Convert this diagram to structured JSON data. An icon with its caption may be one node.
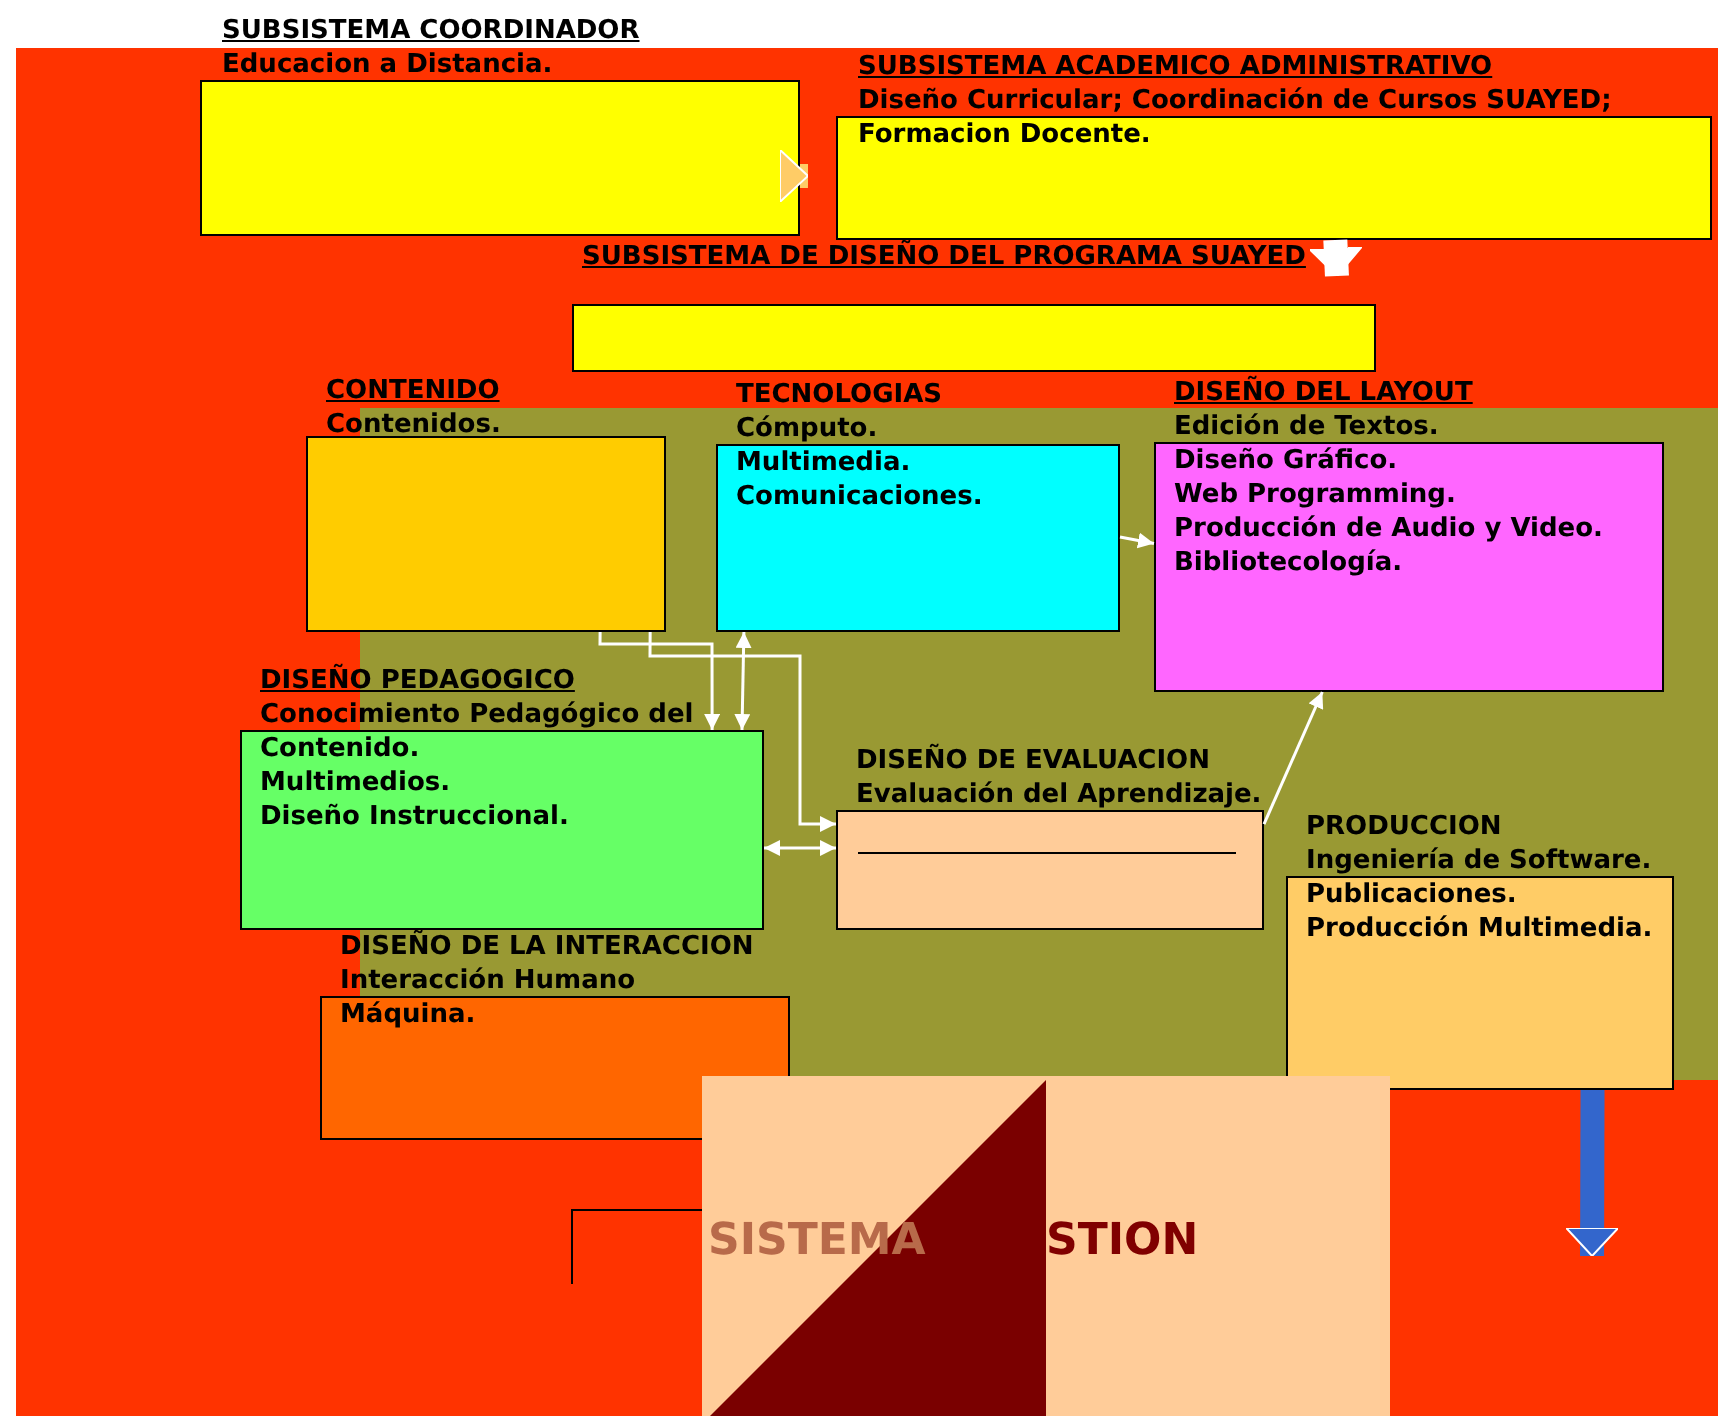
{
  "diagram": {
    "nodes": [
      {
        "text": [
          "SUBSISTEMA COORDINADOR",
          "Educacion a Distancia."
        ]
      },
      {
        "text": [
          "SUBSISTEMA ACADEMICO ADMINISTRATIVO",
          "Diseño Curricular; Coordinación de Cursos SUAYED; Formacion Docente."
        ]
      },
      {
        "text": [
          "SUBSISTEMA DE DISEÑO DEL PROGRAMA SUAYED"
        ]
      },
      {
        "text": [
          "CONTENIDO",
          "Contenidos."
        ]
      },
      {
        "text": [
          "TECNOLOGIAS",
          "Cómputo.",
          "Multimedia.",
          "Comunicaciones."
        ]
      },
      {
        "text": [
          "DISEÑO DEL LAYOUT",
          "Edición de Textos.",
          "Diseño Gráfico.",
          "Web Programming.",
          "Producción de Audio y Video.",
          "Bibliotecología."
        ]
      },
      {
        "text": [
          "DISEÑO PEDAGOGICO",
          "Conocimiento Pedagógico del Contenido.",
          "Multimedios.",
          "Diseño Instruccional."
        ]
      },
      {
        "text": [
          "DISEÑO DE EVALUACION",
          "Evaluación del Aprendizaje."
        ]
      },
      {
        "text": [
          "PRODUCCION",
          "Ingeniería de Software.",
          "Publicaciones.",
          "Producción Multimedia."
        ]
      },
      {
        "text": [
          "DISEÑO DE LA INTERACCION",
          "Interacción Humano Máquina."
        ]
      },
      {
        "text": [
          "SISTEMA",
          "STION"
        ]
      }
    ],
    "edges": [
      {
        "from": 0,
        "to": 1,
        "arrow": "to",
        "style": "thick",
        "color": "#ffcc66"
      },
      {
        "from": 1,
        "to": 2,
        "arrow": "to",
        "style": "thick"
      },
      {
        "from": 3,
        "to": 6,
        "arrow": "to"
      },
      {
        "from": 3,
        "to": 7,
        "arrow": "to"
      },
      {
        "from": 4,
        "to": 6,
        "arrow": "both"
      },
      {
        "from": 4,
        "to": 5,
        "arrow": "to"
      },
      {
        "from": 7,
        "to": 5,
        "arrow": "to"
      },
      {
        "from": 6,
        "to": 7,
        "arrow": "both"
      },
      {
        "from": 8,
        "to": null,
        "arrow": "to",
        "style": "thick",
        "color": "#3366cc"
      }
    ]
  }
}
